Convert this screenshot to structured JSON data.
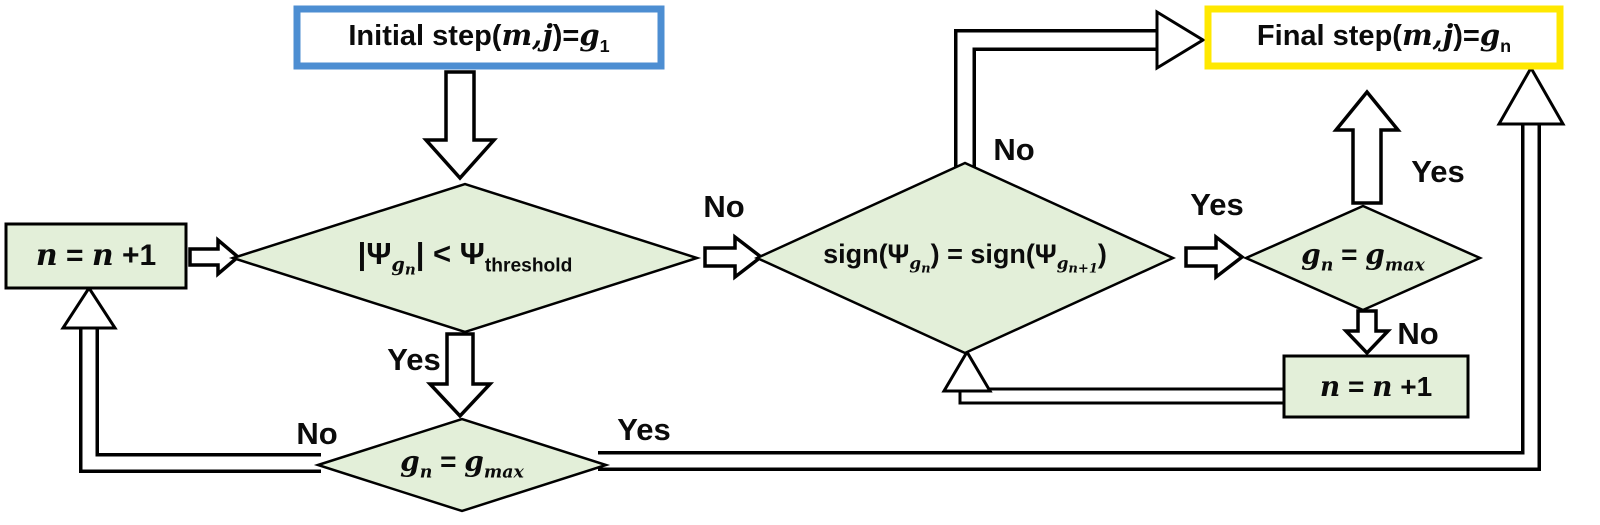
{
  "figure": {
    "type": "flowchart",
    "background": "#ffffff"
  },
  "colors": {
    "diamond_fill": "#e3efd9",
    "counter_box_fill": "#e3efd9",
    "white_box_fill": "#ffffff",
    "initial_box_border": "#4d8ed2",
    "final_box_border": "#ffe800",
    "line_color": "#000000"
  },
  "nodes": {
    "initial": {
      "prefix": "Initial step(",
      "vars": "m,j",
      "close": ")=",
      "g": "g",
      "sub": "1"
    },
    "final": {
      "prefix": "Final step(",
      "vars": "m,j",
      "close": ")=",
      "g": "g",
      "sub": "n"
    },
    "counter_left": {
      "n1": "n",
      "eq": " = ",
      "n2": "n",
      "plus": " +1"
    },
    "counter_right": {
      "n1": "n",
      "eq": " = ",
      "n2": "n",
      "plus": " +1"
    },
    "decision_threshold": {
      "p1": "|Ψ",
      "sub1": "g",
      "subsub1": "n",
      "p2": "| < Ψ",
      "sub2": "threshold"
    },
    "decision_sign": {
      "p1": "sign(Ψ",
      "sub1": "g",
      "subsub1": "n",
      "p2": ") = sign(Ψ",
      "sub2": "g",
      "subsub2": "n+1",
      "p3": ")"
    },
    "decision_gmax_right": {
      "p1": "g",
      "sub1": "n",
      "p2": " = ",
      "p3": "g",
      "sub2": "max"
    },
    "decision_gmax_bottom": {
      "p1": "g",
      "sub1": "n",
      "p2": " = ",
      "p3": "g",
      "sub2": "max"
    }
  },
  "edge_labels": {
    "threshold_no": "No",
    "threshold_yes": "Yes",
    "sign_no": "No",
    "sign_yes": "Yes",
    "gmax_right_yes": "Yes",
    "gmax_right_no": "No",
    "gmax_bottom_no": "No",
    "gmax_bottom_yes": "Yes"
  }
}
